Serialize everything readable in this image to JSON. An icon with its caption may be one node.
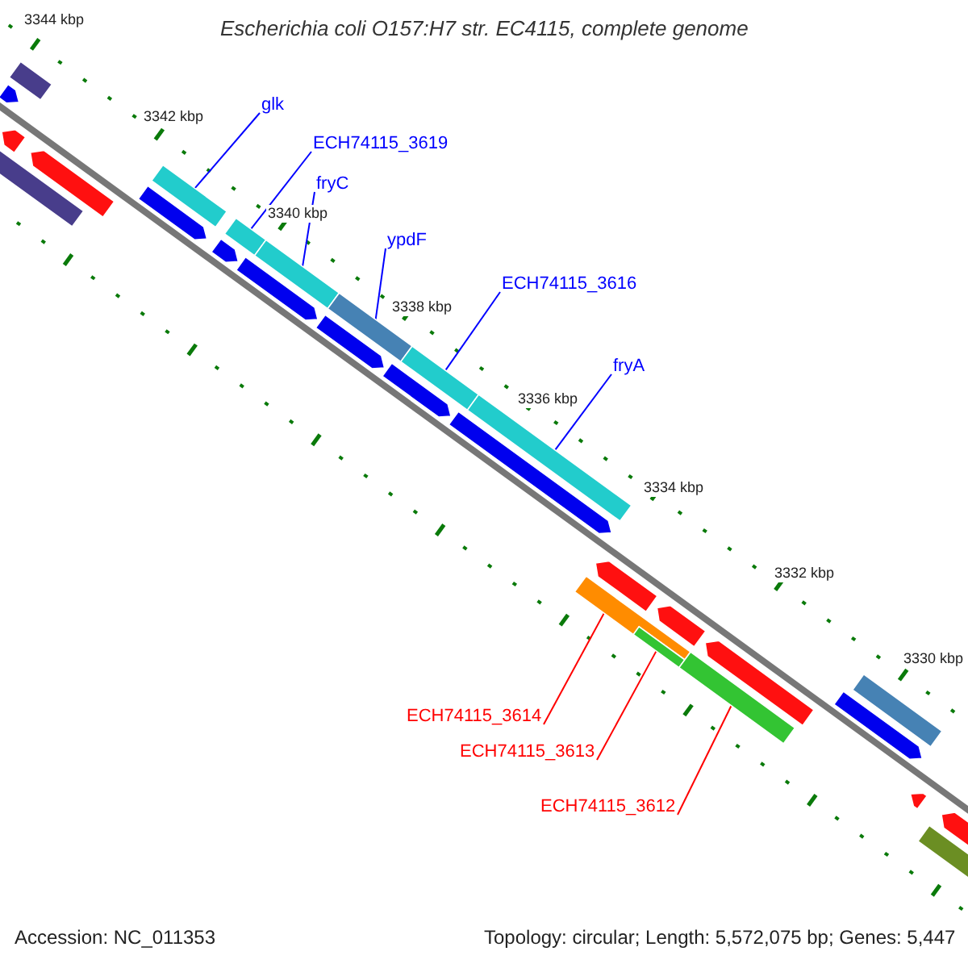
{
  "diagram": {
    "title": "Escherichia coli O157:H7 str. EC4115, complete genome",
    "nodes": [
      {
        "text": [
          "glk"
        ]
      },
      {
        "text": [
          "ECH74115_3619"
        ]
      },
      {
        "text": [
          "fryC"
        ]
      },
      {
        "text": [
          "ypdF"
        ]
      },
      {
        "text": [
          "ECH74115_3616"
        ]
      },
      {
        "text": [
          "fryA"
        ]
      },
      {
        "text": [
          "ECH74115_3614"
        ]
      },
      {
        "text": [
          "ECH74115_3613"
        ]
      },
      {
        "text": [
          "ECH74115_3612"
        ]
      },
      {
        "text": [],
        "shape": "bar"
      },
      {
        "text": [],
        "shape": "arrow"
      },
      {
        "text": [],
        "shape": "arrow"
      },
      {
        "text": [],
        "shape": "arrow"
      },
      {
        "text": [],
        "shape": "bar"
      },
      {
        "text": [],
        "shape": "bar"
      },
      {
        "text": [],
        "shape": "arrow"
      },
      {
        "text": [],
        "shape": "bar"
      },
      {
        "text": [],
        "shape": "arrow"
      },
      {
        "text": [],
        "shape": "bar"
      },
      {
        "text": [],
        "shape": "arrow"
      },
      {
        "text": [],
        "shape": "bar"
      },
      {
        "text": [],
        "shape": "arrow"
      },
      {
        "text": [],
        "shape": "bar"
      },
      {
        "text": [],
        "shape": "arrow"
      },
      {
        "text": [],
        "shape": "bar"
      },
      {
        "text": [],
        "shape": "arrow"
      },
      {
        "text": [],
        "shape": "bar"
      },
      {
        "text": [],
        "shape": "arrow"
      },
      {
        "text": [],
        "shape": "bar"
      },
      {
        "text": [],
        "shape": "arrow"
      },
      {
        "text": [],
        "shape": "bar"
      },
      {
        "text": [],
        "shape": "arrow"
      },
      {
        "text": [],
        "shape": "bar"
      },
      {
        "text": [],
        "shape": "arrow"
      },
      {
        "text": [],
        "shape": "arrow"
      },
      {
        "text": [],
        "shape": "bar"
      },
      {
        "text": [],
        "shape": "arrow"
      }
    ],
    "edges": [
      {
        "from": 0,
        "to": 14,
        "arrow": "none"
      },
      {
        "from": 1,
        "to": 16,
        "arrow": "none"
      },
      {
        "from": 2,
        "to": 18,
        "arrow": "none"
      },
      {
        "from": 3,
        "to": 20,
        "arrow": "none"
      },
      {
        "from": 4,
        "to": 22,
        "arrow": "none"
      },
      {
        "from": 5,
        "to": 24,
        "arrow": "none"
      },
      {
        "from": 6,
        "to": 26,
        "arrow": "none",
        "color": "#ff0000"
      },
      {
        "from": 7,
        "to": 28,
        "arrow": "none",
        "color": "#ff0000"
      },
      {
        "from": 8,
        "to": 30,
        "arrow": "none",
        "color": "#ff0000"
      }
    ],
    "labels": [
      "3344 kbp",
      "3342 kbp",
      "3340 kbp",
      "3338 kbp",
      "3336 kbp",
      "3334 kbp",
      "3332 kbp",
      "3330 kbp",
      "Accession: NC_011353",
      "Topology: circular; Length: 5,572,075 bp; Genes: 5,447"
    ]
  }
}
